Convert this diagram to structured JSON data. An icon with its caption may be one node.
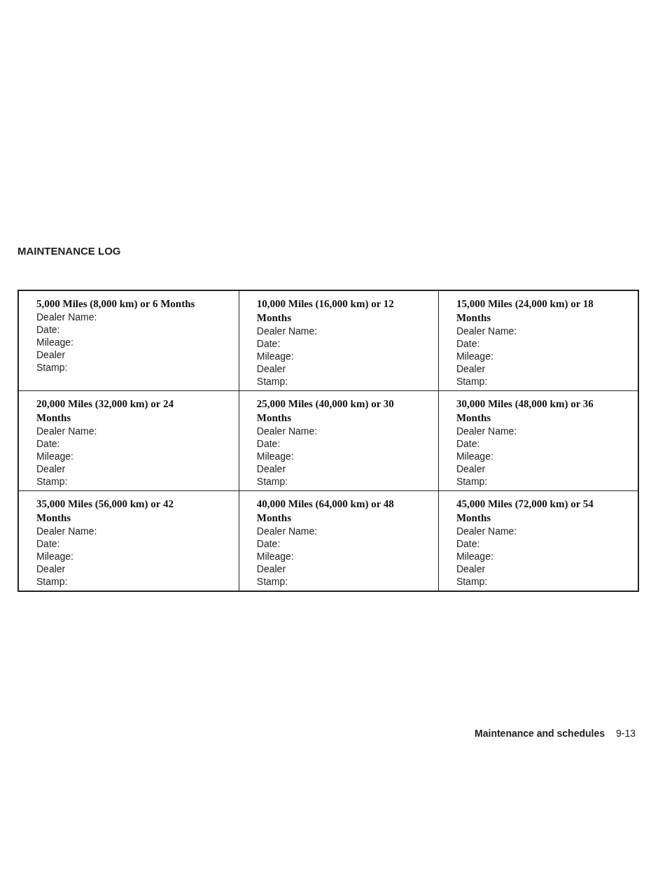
{
  "diagram": {
    "title": "MAINTENANCE LOG",
    "labels": [
      "5,000 Miles (8,000 km) or 6 Months",
      "Dealer Name:",
      "Date:",
      "Mileage:",
      "Dealer Stamp:",
      "10,000 Miles (16,000 km) or 12 Months",
      "Dealer Name:",
      "Date:",
      "Mileage:",
      "Dealer Stamp:",
      "15,000 Miles (24,000 km) or 18 Months",
      "Dealer Name:",
      "Date:",
      "Mileage:",
      "Dealer Stamp:",
      "20,000 Miles (32,000 km) or 24 Months",
      "Dealer Name:",
      "Date:",
      "Mileage:",
      "Dealer Stamp:",
      "25,000 Miles (40,000 km) or 30 Months",
      "Dealer Name:",
      "Date:",
      "Mileage:",
      "Dealer Stamp:",
      "30,000 Miles (48,000 km) or 36 Months",
      "Dealer Name:",
      "Date:",
      "Mileage:",
      "Dealer Stamp:",
      "35,000 Miles (56,000 km) or 42 Months",
      "Dealer Name:",
      "Date:",
      "Mileage:",
      "Dealer Stamp:",
      "40,000 Miles (64,000 km) or 48 Months",
      "Dealer Name:",
      "Date:",
      "Mileage:",
      "Dealer Stamp:",
      "45,000 Miles (72,000 km) or 54 Months",
      "Dealer Name:",
      "Date:",
      "Mileage:",
      "Dealer Stamp:",
      "Maintenance and schedules",
      "9-13"
    ]
  }
}
